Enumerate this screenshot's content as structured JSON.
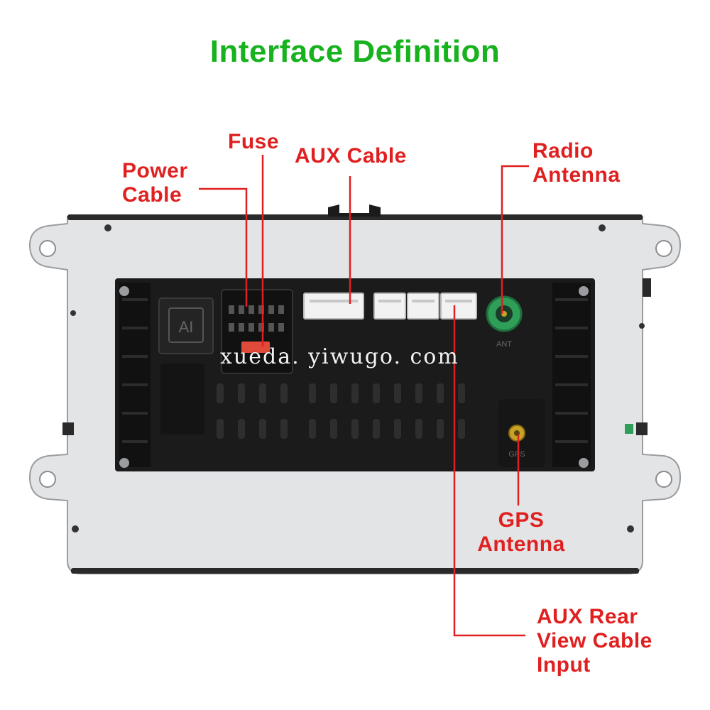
{
  "title": "Interface Definition",
  "labels": {
    "fuse": "Fuse",
    "power_cable": [
      "Power",
      "Cable"
    ],
    "aux_cable": "AUX Cable",
    "radio_antenna": [
      "Radio",
      "Antenna"
    ],
    "gps_antenna": [
      "GPS",
      "Antenna"
    ],
    "aux_rear_view": [
      "AUX Rear",
      "View Cable",
      "Input"
    ]
  },
  "device_marks": {
    "ai_logo": "AI",
    "ant_marking": "ANT",
    "gps_marking": "GPS"
  },
  "watermark": "xueda. yiwugo. com",
  "colors": {
    "title_green": "#17b21e",
    "label_red": "#e02020",
    "bracket_silver": "#e3e4e6",
    "housing_black": "#1b1b1b",
    "antenna_green": "#2f9e58",
    "gps_gold": "#c9a227",
    "fuse_red": "#e04a3a",
    "connector_white": "#f2f2f2"
  }
}
